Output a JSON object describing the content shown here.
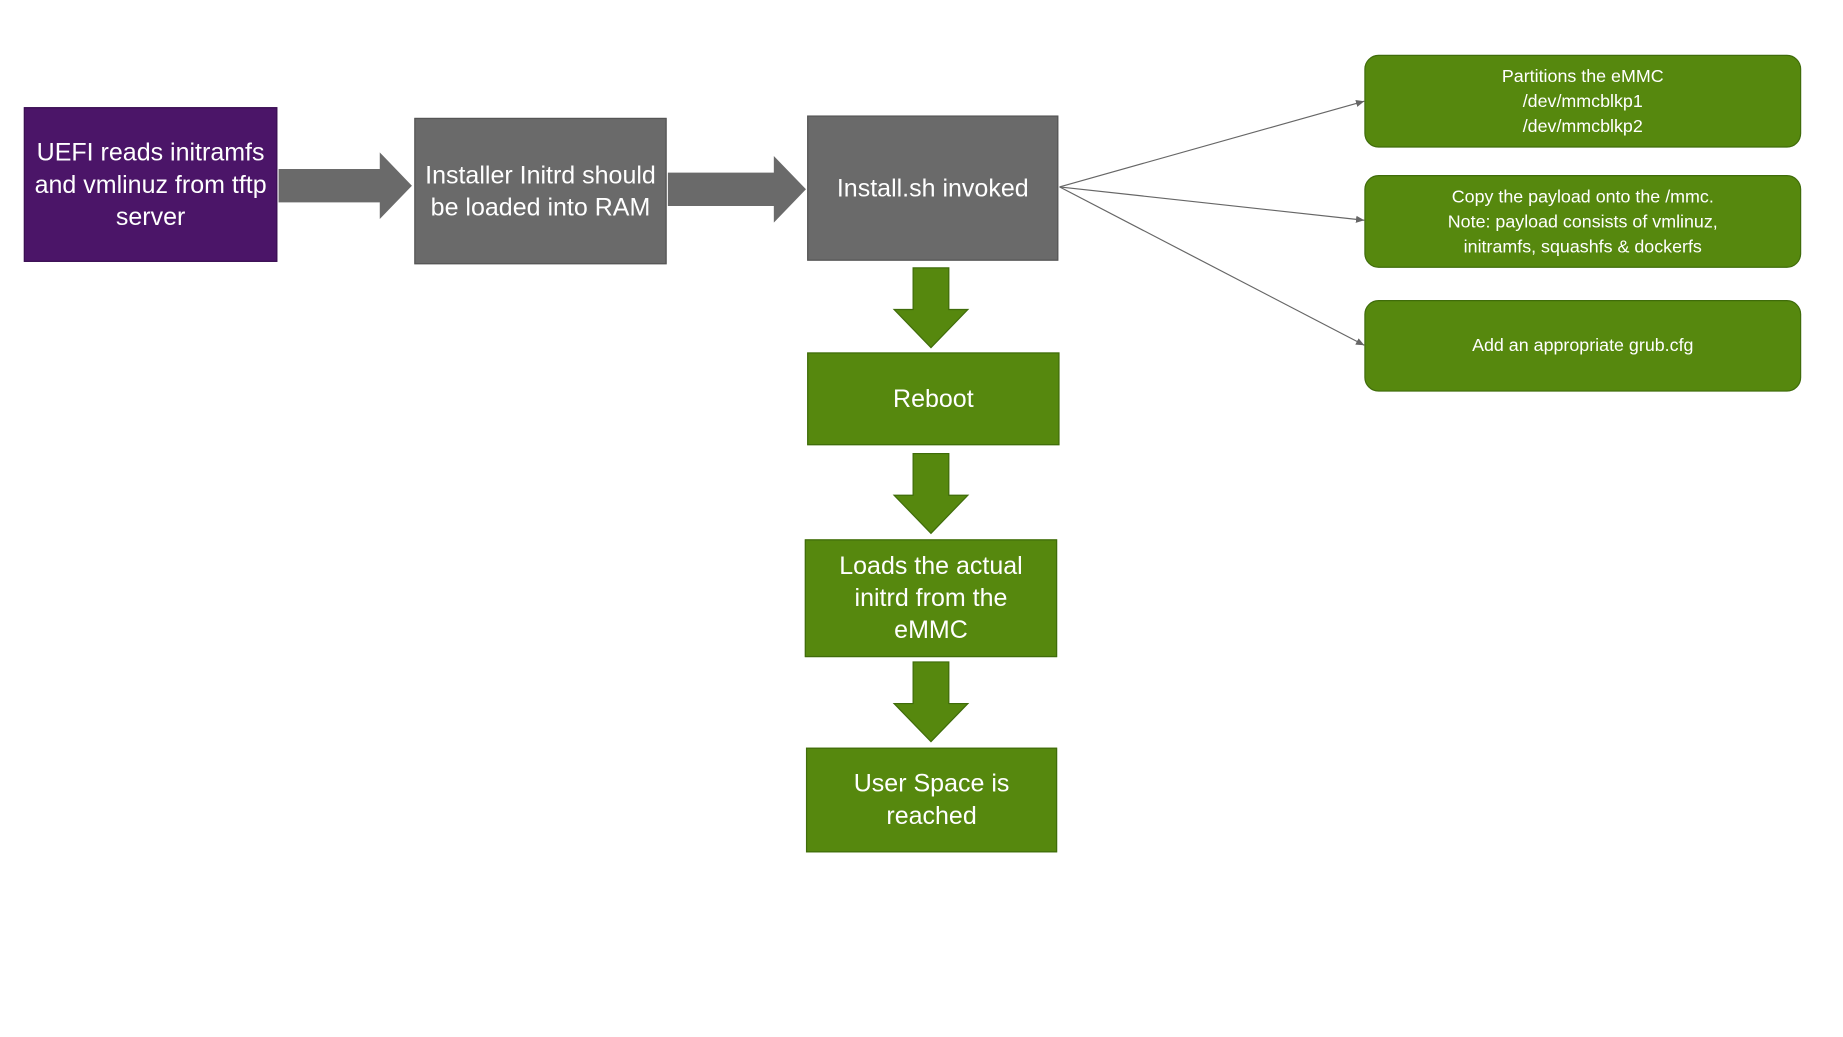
{
  "nodes": {
    "uefi": "UEFI reads initramfs and vmlinuz from tftp server",
    "installer_initrd": "Installer Initrd should be loaded into RAM",
    "install_sh": "Install.sh invoked",
    "reboot": "Reboot",
    "loads_initrd": "Loads the actual initrd from the eMMC",
    "user_space": "User Space is reached"
  },
  "side_tasks": {
    "partitions": "Partitions the eMMC\n/dev/mmcblkp1\n/dev/mmcblkp2",
    "copy_payload": "Copy the payload onto the /mmc.\nNote: payload consists of vmlinuz,\ninitramfs, squashfs & dockerfs",
    "grub": "Add an appropriate grub.cfg"
  },
  "colors": {
    "purple": "#4b1568",
    "gray": "#6a6a6a",
    "green": "#56880e",
    "connector": "#666666"
  }
}
